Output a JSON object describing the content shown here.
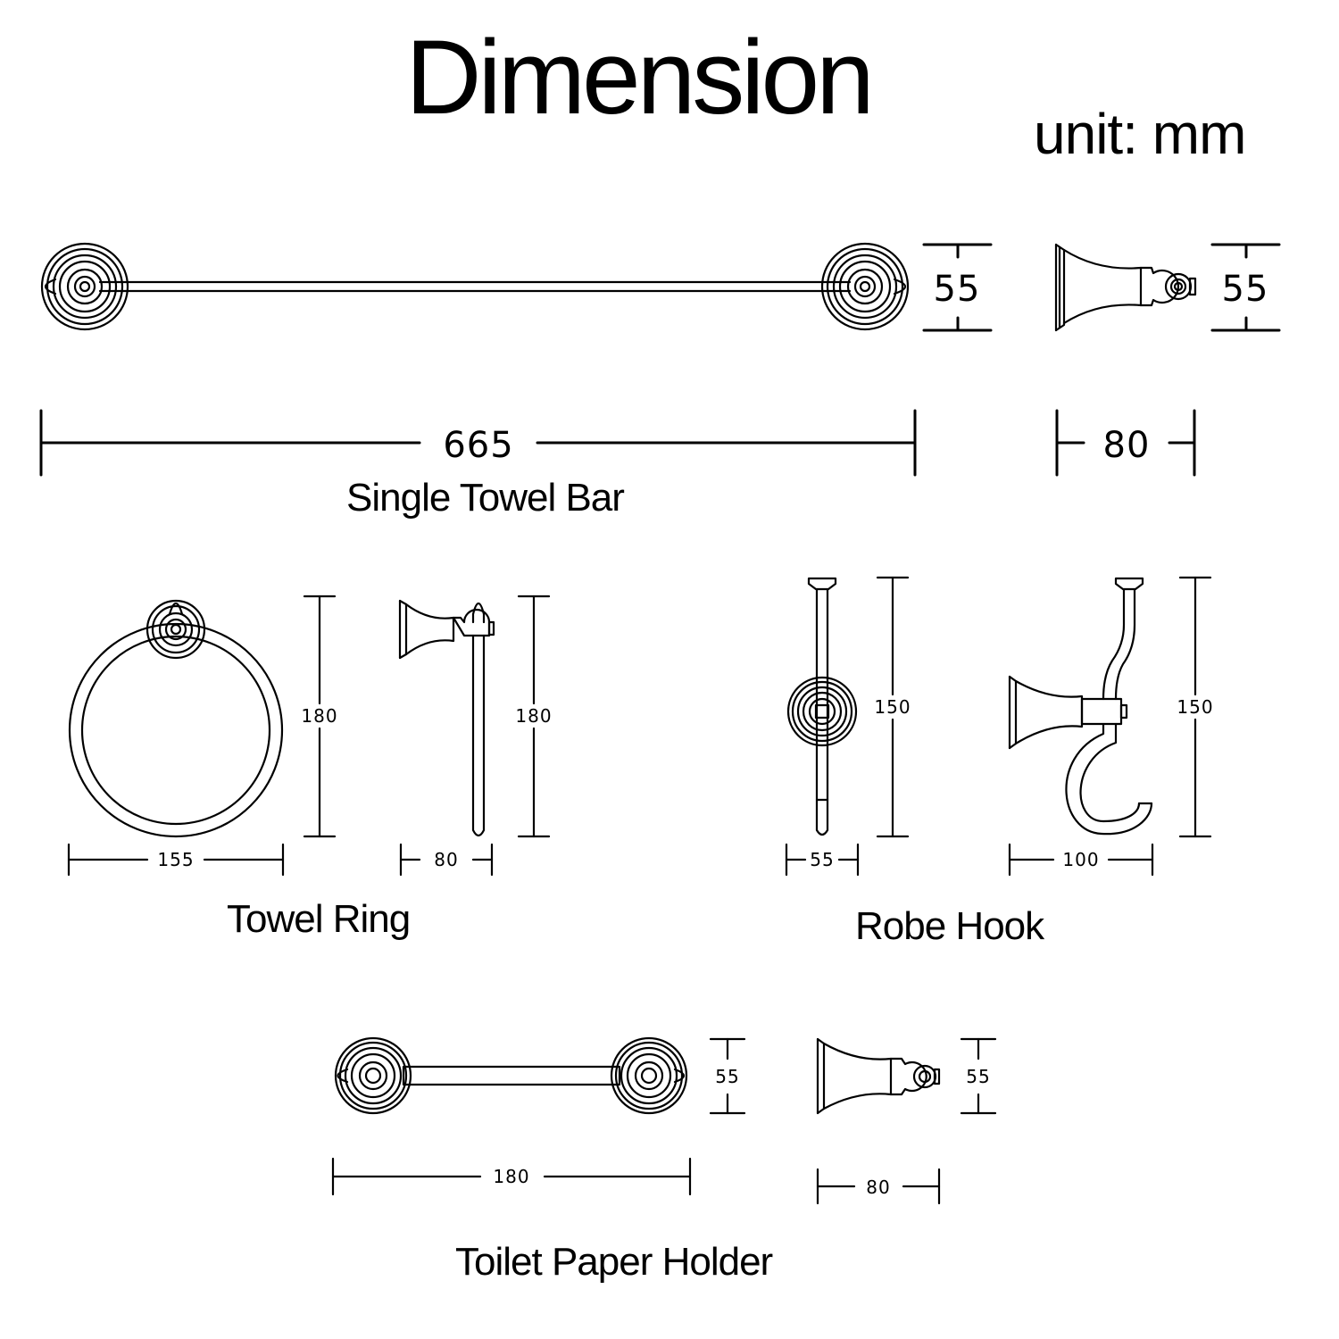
{
  "title": "Dimension",
  "unit": "unit: mm",
  "products": {
    "towel_bar": {
      "name": "Single Towel Bar",
      "length": "665",
      "height_front": "55",
      "height_side": "55",
      "depth": "80"
    },
    "towel_ring": {
      "name": "Towel Ring",
      "height_front": "180",
      "width": "155",
      "height_side": "180",
      "depth": "80"
    },
    "robe_hook": {
      "name": "Robe Hook",
      "height_front": "150",
      "width": "55",
      "height_side": "150",
      "depth": "100"
    },
    "toilet_paper_holder": {
      "name": "Toilet Paper Holder",
      "height_front": "55",
      "length": "180",
      "height_side": "55",
      "depth": "80"
    }
  },
  "colors": {
    "line": "#000000",
    "background": "#ffffff"
  }
}
